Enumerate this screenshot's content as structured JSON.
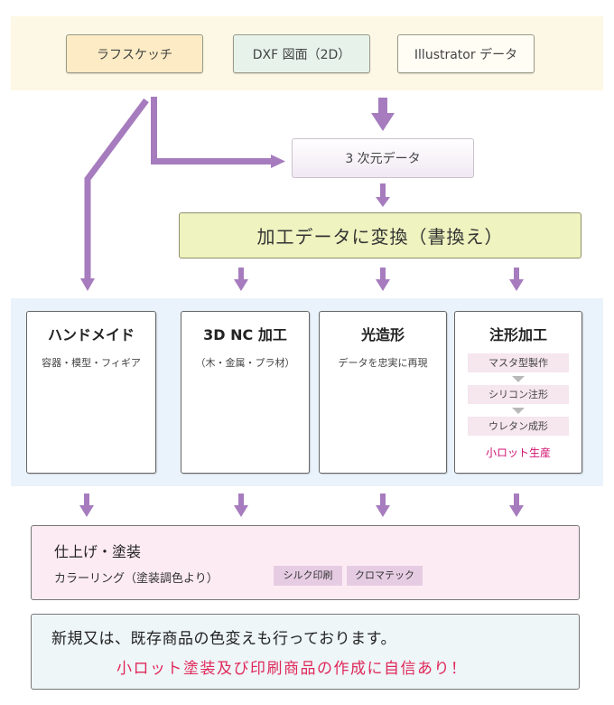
{
  "colors": {
    "arrow": "#a67cbe",
    "top_band": "#fdf8e6",
    "process_band": "#eaf3fb",
    "highlight_text": "#d01070",
    "message_highlight": "#e0285a"
  },
  "sources": {
    "rough_sketch": "ラフスケッチ",
    "dxf_drawing": "DXF 図面（2D）",
    "illustrator_data": "Illustrator データ"
  },
  "three_d_data": "3 次元データ",
  "conversion": "加工データに変換（書換え）",
  "processes": [
    {
      "title": "ハンドメイド",
      "subtitle": "容器・模型・フィギア"
    },
    {
      "title": "3D NC 加工",
      "subtitle": "（木・金属・プラ材）"
    },
    {
      "title": "光造形",
      "subtitle": "データを忠実に再現"
    },
    {
      "title": "注形加工",
      "steps": [
        "マスタ型製作",
        "シリコン注形",
        "ウレタン成形"
      ],
      "note": "小ロット生産"
    }
  ],
  "finishing": {
    "title": "仕上げ・塗装",
    "subtitle": "カラーリング（塗装調色より）",
    "tags": [
      "シルク印刷",
      "クロマテック"
    ]
  },
  "message": {
    "line1": "新規又は、既存商品の色変えも行っております。",
    "line2": "小ロット塗装及び印刷商品の作成に自信あり！"
  }
}
